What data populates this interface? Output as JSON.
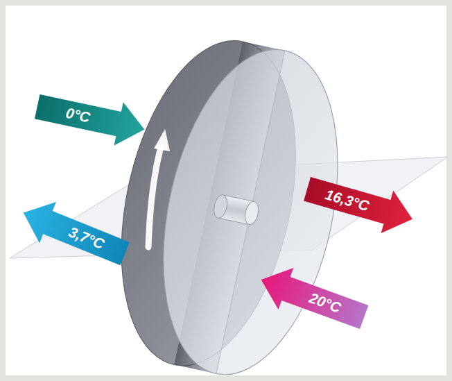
{
  "diagram": {
    "nodes": [
      {
        "text": [
          "0°C"
        ]
      },
      {
        "text": [
          "16,3°C"
        ]
      },
      {
        "text": [
          "3,7°C"
        ]
      },
      {
        "text": [
          "20°C"
        ]
      }
    ]
  }
}
